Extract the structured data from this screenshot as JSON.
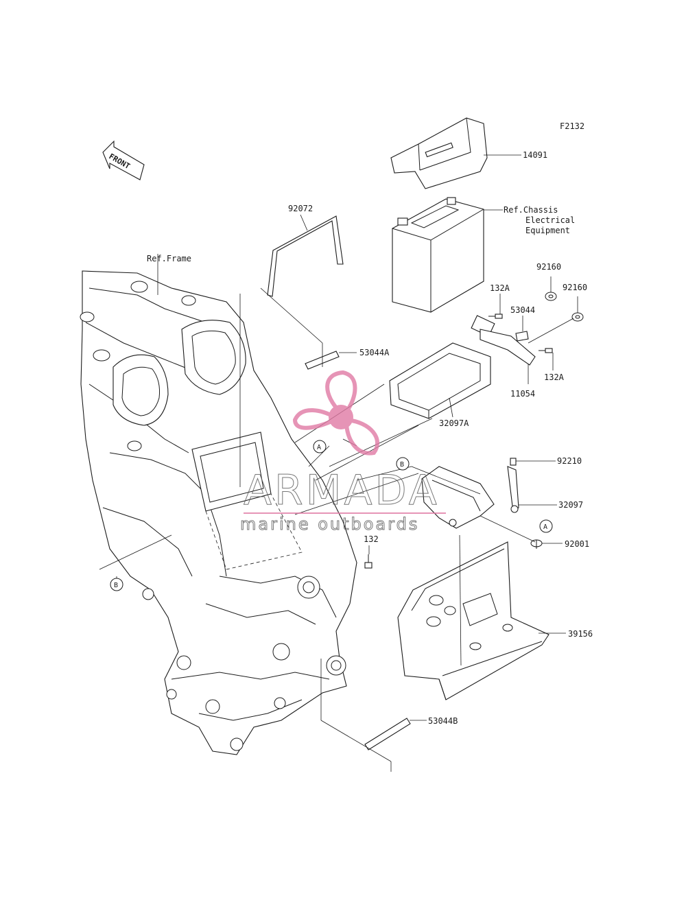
{
  "figure_code": "F2132",
  "front_label": "FRONT",
  "ref_frame": "Ref.Frame",
  "ref_chassis": [
    "Ref.Chassis",
    "Electrical",
    "Equipment"
  ],
  "parts": {
    "p14091": "14091",
    "p92072": "92072",
    "p92160a": "92160",
    "p92160b": "92160",
    "p132A_top": "132A",
    "p53044": "53044",
    "p53044A": "53044A",
    "p132A_right": "132A",
    "p11054": "11054",
    "p32097A": "32097A",
    "p92210": "92210",
    "p32097": "32097",
    "p92001": "92001",
    "p132": "132",
    "p39156": "39156",
    "p53044B": "53044B"
  },
  "callouts": {
    "A": "A",
    "B": "B"
  },
  "watermark": {
    "name": "ARMADA",
    "tagline": "marine outboards",
    "color": "#e07aa4"
  }
}
